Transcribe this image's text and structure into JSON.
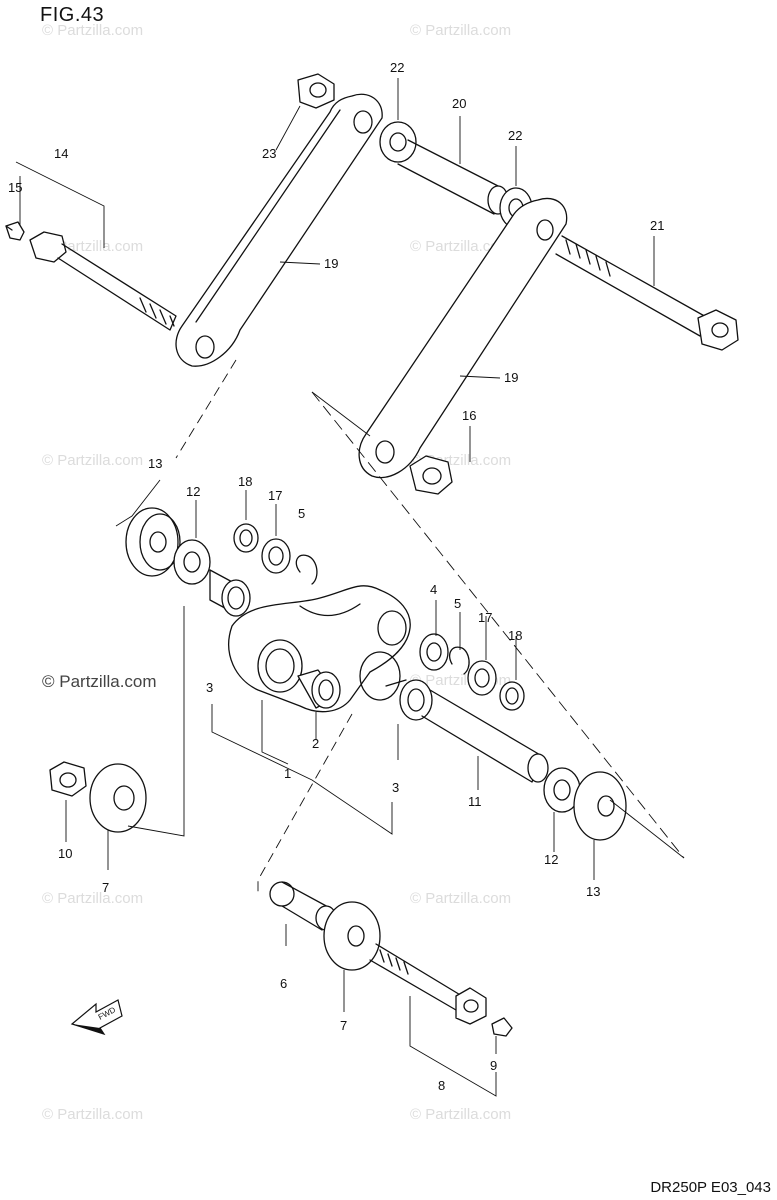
{
  "figure": {
    "title": "FIG.43",
    "code": "DR250P E03_043",
    "fwd_label": "FWD"
  },
  "watermark": {
    "text": "© Partzilla.com",
    "prominent_text": "© Partzilla.com"
  },
  "callouts": [
    {
      "id": "c23",
      "text": "23"
    },
    {
      "id": "c22a",
      "text": "22"
    },
    {
      "id": "c20",
      "text": "20"
    },
    {
      "id": "c22b",
      "text": "22"
    },
    {
      "id": "c14",
      "text": "14"
    },
    {
      "id": "c15",
      "text": "15"
    },
    {
      "id": "c19a",
      "text": "19"
    },
    {
      "id": "c21",
      "text": "21"
    },
    {
      "id": "c19b",
      "text": "19"
    },
    {
      "id": "c16",
      "text": "16"
    },
    {
      "id": "c13a",
      "text": "13"
    },
    {
      "id": "c12a",
      "text": "12"
    },
    {
      "id": "c18a",
      "text": "18"
    },
    {
      "id": "c17a",
      "text": "17"
    },
    {
      "id": "c5a",
      "text": "5"
    },
    {
      "id": "c4",
      "text": "4"
    },
    {
      "id": "c5b",
      "text": "5"
    },
    {
      "id": "c17b",
      "text": "17"
    },
    {
      "id": "c18b",
      "text": "18"
    },
    {
      "id": "c3a",
      "text": "3"
    },
    {
      "id": "c2",
      "text": "2"
    },
    {
      "id": "c1",
      "text": "1"
    },
    {
      "id": "c3b",
      "text": "3"
    },
    {
      "id": "c11",
      "text": "11"
    },
    {
      "id": "c10",
      "text": "10"
    },
    {
      "id": "c7a",
      "text": "7"
    },
    {
      "id": "c12b",
      "text": "12"
    },
    {
      "id": "c13b",
      "text": "13"
    },
    {
      "id": "c6",
      "text": "6"
    },
    {
      "id": "c7b",
      "text": "7"
    },
    {
      "id": "c9",
      "text": "9"
    },
    {
      "id": "c8",
      "text": "8"
    }
  ]
}
